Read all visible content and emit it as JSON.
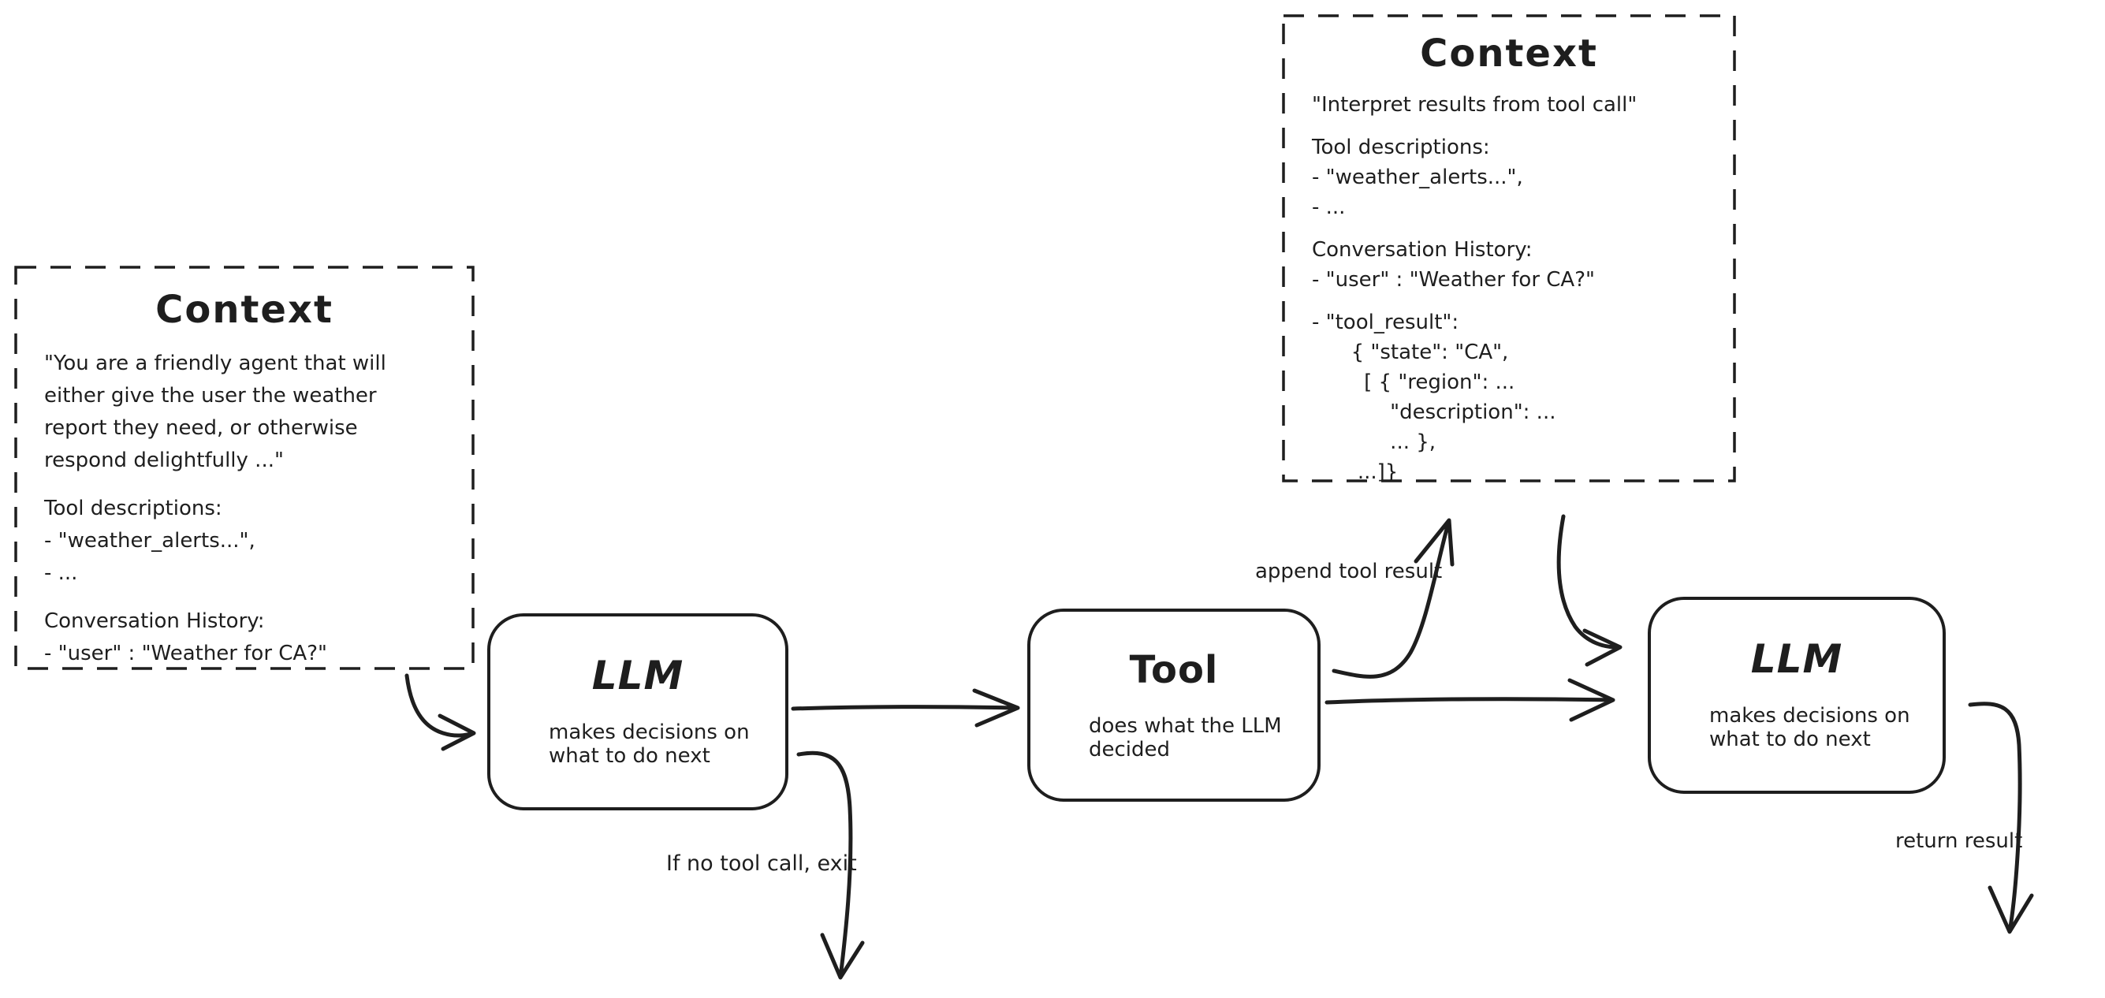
{
  "diagram": {
    "colors": {
      "stroke": "#1e1e1e",
      "background": "#ffffff"
    },
    "context_left": {
      "title": "Context",
      "paragraphs": [
        [
          "\"You are a friendly agent that will",
          "either give the user the weather",
          "report they need, or otherwise",
          "respond delightfully ...\""
        ],
        [
          "Tool descriptions:",
          "- \"weather_alerts...\",",
          "- ..."
        ],
        [
          "Conversation History:",
          "- \"user\" : \"Weather for CA?\""
        ]
      ]
    },
    "context_top": {
      "title": "Context",
      "paragraphs": [
        [
          "\"Interpret results from tool call\""
        ],
        [
          "Tool descriptions:",
          "- \"weather_alerts...\",",
          "- ..."
        ],
        [
          "Conversation History:",
          "- \"user\" : \"Weather for CA?\""
        ],
        [
          "- \"tool_result\":",
          "      { \"state\": \"CA\",",
          "        [ { \"region\": ...",
          "            \"description\": ...",
          "            ... },",
          "       ...]}"
        ]
      ]
    },
    "nodes": {
      "llm1": {
        "title": "LLM",
        "desc_lines": [
          "makes decisions on",
          "what to do next"
        ]
      },
      "tool": {
        "title": "Tool",
        "desc_lines": [
          "does what the LLM",
          "decided"
        ]
      },
      "llm2": {
        "title": "LLM",
        "desc_lines": [
          "makes decisions on",
          "what to do next"
        ]
      }
    },
    "edge_labels": {
      "append_tool_result": "append tool result",
      "if_no_tool_call": "If no tool call, exit",
      "return_result": "return result"
    }
  }
}
